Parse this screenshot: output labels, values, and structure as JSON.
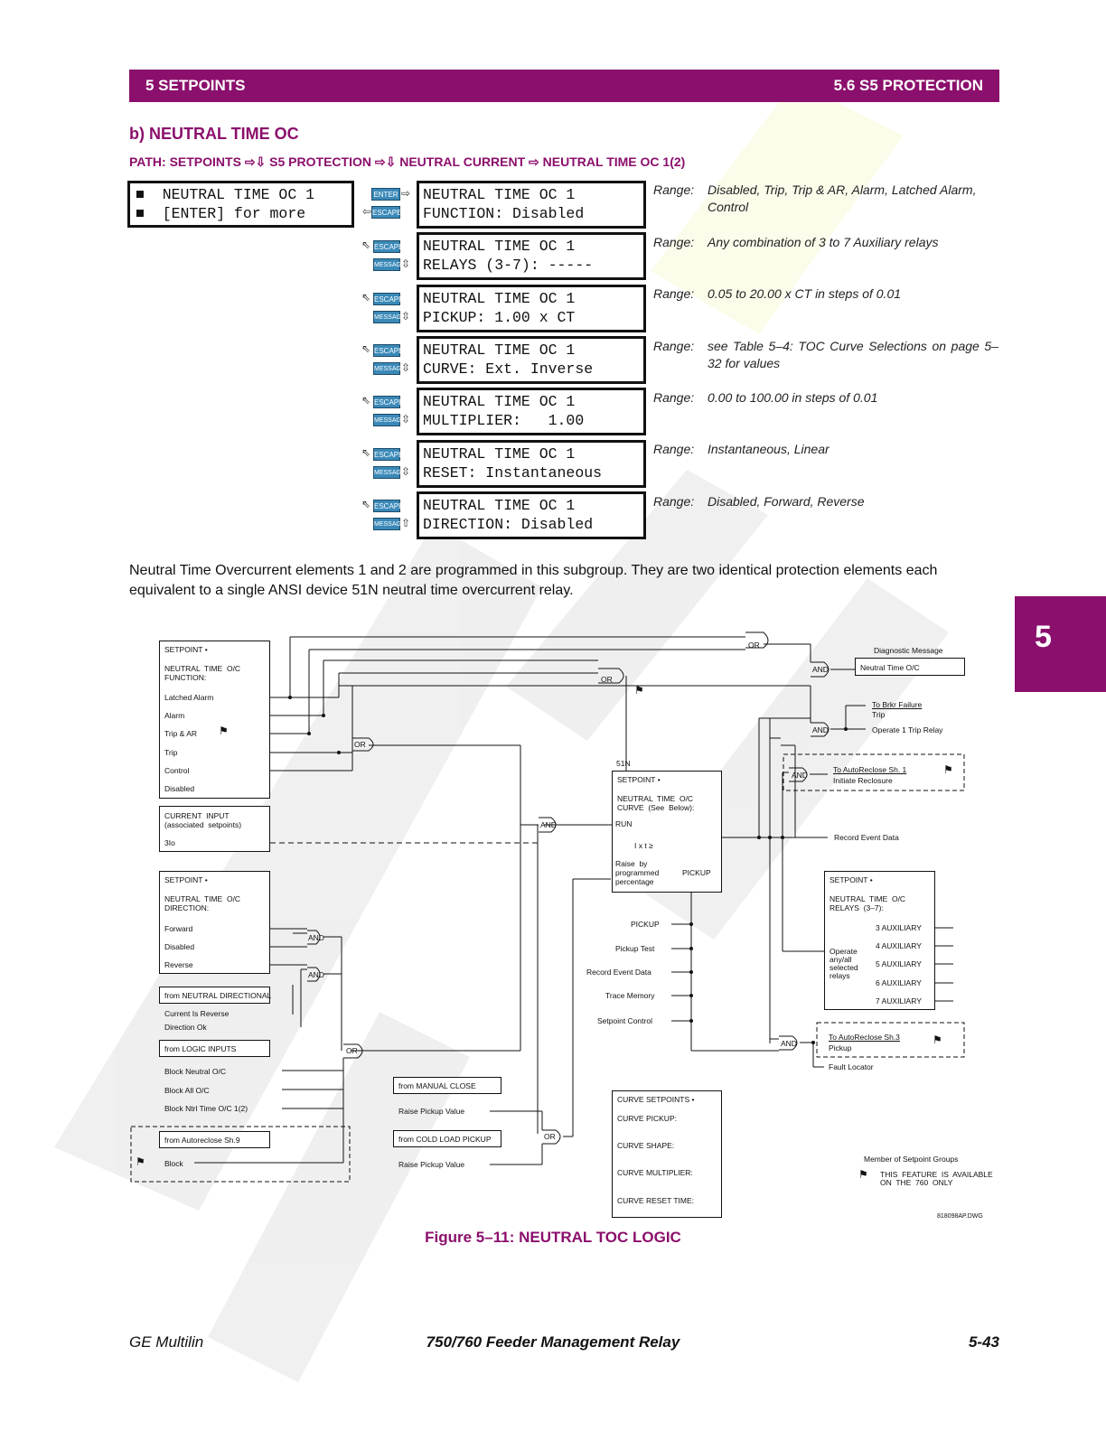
{
  "header": {
    "left": "5 SETPOINTS",
    "right": "5.6 S5 PROTECTION"
  },
  "section_tab": "5",
  "subsection_title": "b) NEUTRAL TIME OC",
  "path": "PATH: SETPOINTS ⇨⇩ S5 PROTECTION ⇨⇩ NEUTRAL CURRENT ⇨ NEUTRAL TIME OC 1(2)",
  "main_display": {
    "line1": "■  NEUTRAL TIME OC 1",
    "line2": "■  [ENTER] for more"
  },
  "keys": {
    "enter": "ENTER",
    "escape": "ESCAPE",
    "message": "MESSAGE"
  },
  "setpoints": [
    {
      "line1": "NEUTRAL TIME OC 1",
      "line2": "FUNCTION: Disabled",
      "range_label": "Range:",
      "range": "Disabled, Trip, Trip & AR, Alarm, Latched Alarm, Control"
    },
    {
      "line1": "NEUTRAL TIME OC 1",
      "line2": "RELAYS (3-7): -----",
      "range_label": "Range:",
      "range": "Any combination of 3 to 7 Auxiliary relays"
    },
    {
      "line1": "NEUTRAL TIME OC 1",
      "line2": "PICKUP: 1.00 x CT",
      "range_label": "Range:",
      "range": "0.05 to 20.00 x CT in steps of 0.01"
    },
    {
      "line1": "NEUTRAL TIME OC 1",
      "line2": "CURVE: Ext. Inverse",
      "range_label": "Range:",
      "range": "see Table 5–4: TOC Curve Selections on page 5–32 for values"
    },
    {
      "line1": "NEUTRAL TIME OC 1",
      "line2": "MULTIPLIER:   1.00",
      "range_label": "Range:",
      "range": "0.00 to 100.00 in steps of 0.01"
    },
    {
      "line1": "NEUTRAL TIME OC 1",
      "line2": "RESET: Instantaneous",
      "range_label": "Range:",
      "range": "Instantaneous, Linear"
    },
    {
      "line1": "NEUTRAL TIME OC 1",
      "line2": "DIRECTION: Disabled",
      "range_label": "Range:",
      "range": "Disabled, Forward, Reverse"
    }
  ],
  "paragraph": "Neutral Time Overcurrent elements 1 and 2 are programmed in this subgroup. They are two identical protection elements each equivalent to a single ANSI device 51N neutral time overcurrent relay.",
  "diagram": {
    "setpoint_function": {
      "title": "SETPOINT  •",
      "name": "NEUTRAL  TIME  O/C\nFUNCTION:",
      "options": [
        "Latched  Alarm",
        "Alarm",
        "Trip  &  AR",
        "Trip",
        "Control",
        "Disabled"
      ]
    },
    "current_input": {
      "title": "CURRENT  INPUT\n(associated  setpoints)",
      "value": "3Io"
    },
    "setpoint_direction": {
      "title": "SETPOINT  •",
      "name": "NEUTRAL  TIME  O/C\nDIRECTION:",
      "options": [
        "Forward",
        "Disabled",
        "Reverse"
      ]
    },
    "from_neutral_directional": "from  NEUTRAL  DIRECTIONAL",
    "current_reverse": "Current  Is  Reverse",
    "direction_ok": "Direction  Ok",
    "from_logic_inputs": "from  LOGIC  INPUTS",
    "block_items": [
      "Block  Neutral  O/C",
      "Block  All  O/C",
      "Block  Ntrl  Time  O/C  1(2)"
    ],
    "from_autoreclose": "from  Autoreclose  Sh.9",
    "block": "Block",
    "from_manual_close": "from  MANUAL  CLOSE",
    "from_cold_load": "from  COLD  LOAD  PICKUP",
    "raise_pickup": "Raise  Pickup  Value",
    "element_label": "51N",
    "element_setpoint_title": "SETPOINT  •",
    "element_curve": "NEUTRAL  TIME  O/C\nCURVE  (See  Below):",
    "run": "RUN",
    "ixt": "I  x  t  ≥",
    "raise_by": "Raise  by\nprogrammed\npercentage",
    "pickup": "PICKUP",
    "element_outputs": [
      "PICKUP",
      "Pickup  Test",
      "Record  Event  Data",
      "Trace  Memory",
      "Setpoint  Control"
    ],
    "curve_setpoints": {
      "title": "CURVE  SETPOINTS    •",
      "items": [
        "CURVE  PICKUP:",
        "CURVE  SHAPE:",
        "CURVE  MULTIPLIER:",
        "CURVE  RESET  TIME:"
      ]
    },
    "gates": {
      "or": "OR",
      "and": "AND"
    },
    "diagnostic_message": "Diagnostic  Message",
    "neutral_time_oc": "Neutral  Time  O/C",
    "to_brkr_failure": "To  Brkr  Failure",
    "trip": "Trip",
    "operate_trip_relay": "Operate  1  Trip  Relay",
    "to_autoreclose_sh1": "To  AutoReclose  Sh.  1",
    "initiate_reclosure": "Initiate  Reclosure",
    "record_event_data": "Record  Event  Data",
    "relays_setpoint_title": "SETPOINT  •",
    "relays_name": "NEUTRAL  TIME  O/C\nRELAYS  (3–7):",
    "operate_selected": "Operate\nany/all\nselected\nrelays",
    "aux_relays": [
      "3  AUXILIARY",
      "4  AUXILIARY",
      "5  AUXILIARY",
      "6  AUXILIARY",
      "7  AUXILIARY"
    ],
    "to_autoreclose_sh3": "To  AutoReclose  Sh.3",
    "pickup_out": "Pickup",
    "fault_locator": "Fault  Locator",
    "member_note": "Member  of  Setpoint  Groups",
    "feature_note": "THIS  FEATURE  IS  AVAILABLE\nON  THE  760  ONLY",
    "drawing_number": "818098AP.DWG"
  },
  "figure_caption": "Figure 5–11: NEUTRAL TOC LOGIC",
  "footer": {
    "left": "GE Multilin",
    "center": "750/760 Feeder Management Relay",
    "right": "5-43"
  },
  "colors": {
    "accent": "#8b0f6c",
    "key_blue": "#3a89b8"
  }
}
